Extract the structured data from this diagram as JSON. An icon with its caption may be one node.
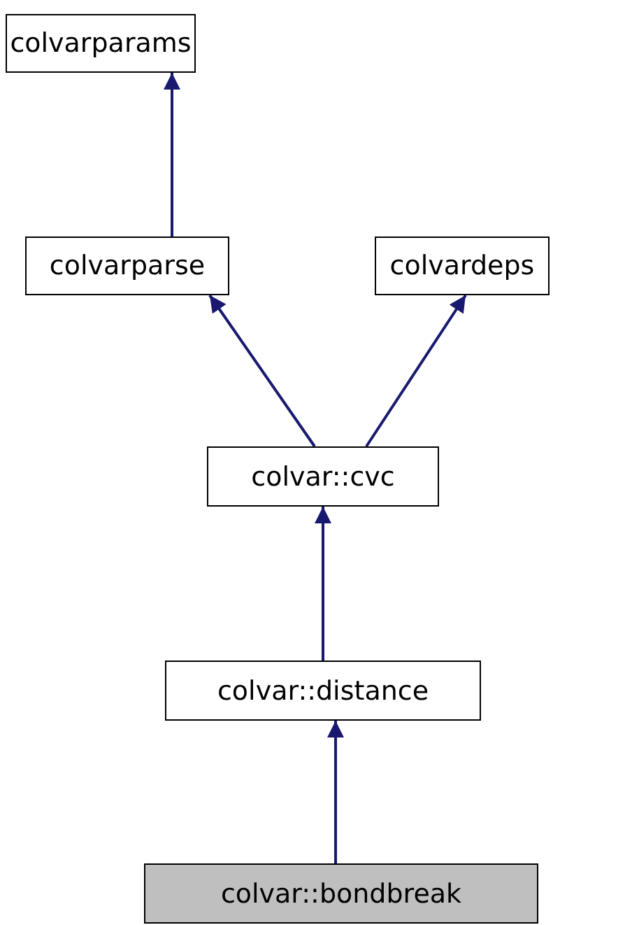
{
  "diagram": {
    "nodes": [
      {
        "text": [
          "colvarparams"
        ]
      },
      {
        "text": [
          "colvarparse"
        ]
      },
      {
        "text": [
          "colvardeps"
        ]
      },
      {
        "text": [
          "colvar::cvc"
        ]
      },
      {
        "text": [
          "colvar::distance"
        ]
      },
      {
        "text": [
          "colvar::bondbreak"
        ]
      }
    ],
    "edges": [
      {
        "from": 1,
        "to": 0,
        "arrow": "to"
      },
      {
        "from": 3,
        "to": 1,
        "arrow": "to"
      },
      {
        "from": 3,
        "to": 2,
        "arrow": "to"
      },
      {
        "from": 4,
        "to": 3,
        "arrow": "to"
      },
      {
        "from": 5,
        "to": 4,
        "arrow": "to"
      }
    ]
  }
}
